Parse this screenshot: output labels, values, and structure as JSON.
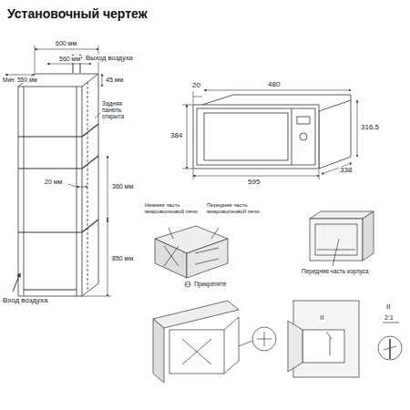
{
  "diagram": {
    "title": "Установочный чертеж",
    "labels": [
      "600 мм",
      "Мин. 550 мм",
      "560 мм",
      "Выход воздуха",
      "45 мм",
      "Задняя панель открыта",
      "20 мм",
      "360 мм",
      "850 мм",
      "Вход воздуха",
      "20",
      "480",
      "384",
      "316.5",
      "595",
      "338",
      "Нижняя часть микроволновой печи",
      "Передняя часть микроволновой печи",
      "Прикрепите",
      "Передняя часть корпуса",
      "II",
      "II",
      "2:1"
    ]
  }
}
